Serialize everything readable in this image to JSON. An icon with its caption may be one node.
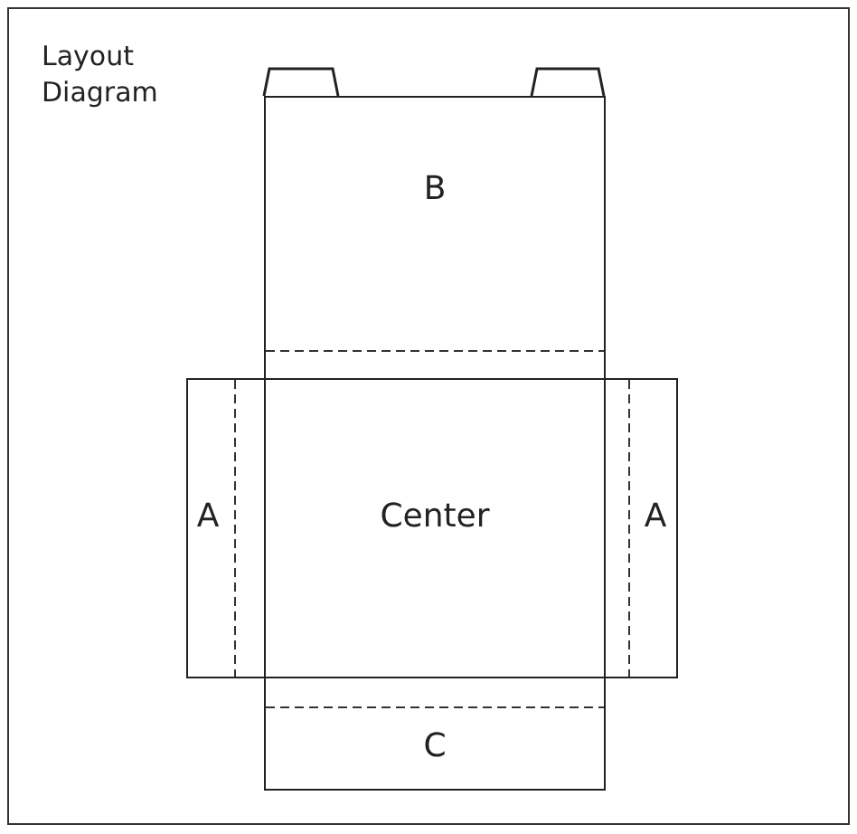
{
  "diagram": {
    "title": "Layout Diagram",
    "nodes": [
      {
        "text": [
          "B"
        ]
      },
      {
        "text": [
          "A"
        ]
      },
      {
        "text": [
          "Center"
        ]
      },
      {
        "text": [
          "A"
        ]
      },
      {
        "text": [
          "C"
        ]
      }
    ]
  }
}
